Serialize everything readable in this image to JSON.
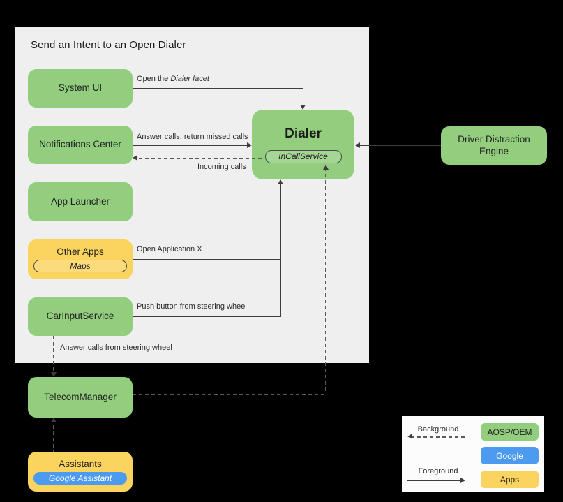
{
  "diagram": {
    "title": "Send an Intent to an Open Dialer",
    "boxes": {
      "system_ui": "System UI",
      "notifications_center": "Notifications Center",
      "app_launcher": "App Launcher",
      "other_apps": "Other Apps",
      "maps_chip": "Maps",
      "car_input_service": "CarInputService",
      "telecom_manager": "TelecomManager",
      "assistants": "Assistants",
      "google_assistant_chip": "Google Assistant",
      "dialer": "Dialer",
      "in_call_service_chip": "InCallService",
      "driver_distraction_engine": "Driver Distraction Engine"
    },
    "edges": {
      "open_dialer_facet_prefix": "Open the ",
      "open_dialer_facet_italic": "Dialer facet",
      "answer_calls_return_missed": "Answer calls, return missed calls",
      "incoming_calls": "Incoming calls",
      "open_application_x": "Open Application X",
      "push_button_steering_wheel": "Push button from steering wheel",
      "answer_calls_steering_wheel": "Answer calls from steering wheel"
    },
    "legend": {
      "background_label": "Background",
      "foreground_label": "Foreground",
      "aosp_oem": "AOSP/OEM",
      "google": "Google",
      "apps": "Apps"
    },
    "colors": {
      "canvas_bg": "#000000",
      "panel_bg": "#EFEFEF",
      "legend_bg": "#FCFCFC",
      "aosp_green": "#92CE7E",
      "apps_yellow": "#FAD45E",
      "google_blue": "#4C9BF0",
      "arrow": "#3d3d3d",
      "dash": "#5a5a5a",
      "text": "#212121"
    }
  }
}
